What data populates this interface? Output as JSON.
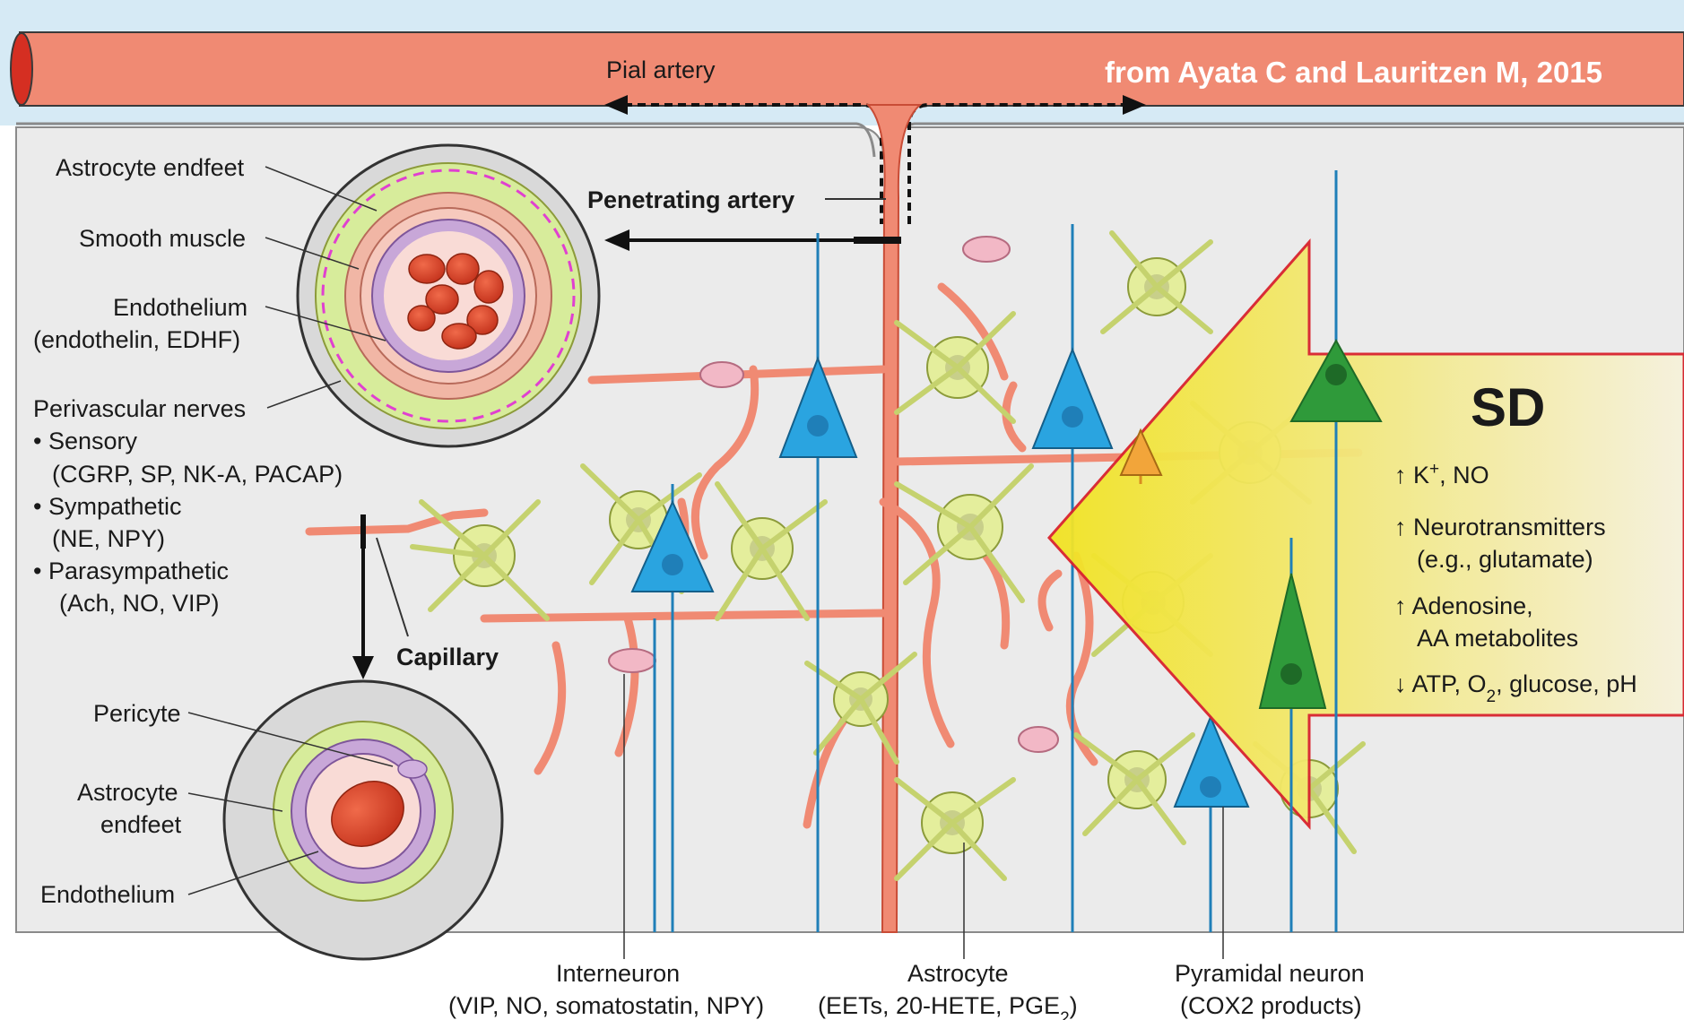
{
  "credit": "from Ayata C and Lauritzen M, 2015",
  "vessels": {
    "pial_artery": "Pial artery",
    "penetrating_artery": "Penetrating artery",
    "capillary": "Capillary"
  },
  "artery_inset": {
    "astrocyte_endfeet": "Astrocyte endfeet",
    "smooth_muscle": "Smooth muscle",
    "endothelium": "Endothelium",
    "endothelium_sub": "(endothelin, EDHF)",
    "perivascular_nerves": "Perivascular nerves",
    "sensory": "• Sensory",
    "sensory_sub": "(CGRP, SP, NK-A, PACAP)",
    "sympathetic": "• Sympathetic",
    "sympathetic_sub": "(NE, NPY)",
    "parasympathetic": "• Parasympathetic",
    "parasympathetic_sub": "(Ach, NO, VIP)"
  },
  "capillary_inset": {
    "pericyte": "Pericyte",
    "astrocyte_1": "Astrocyte",
    "astrocyte_2": "endfeet",
    "endothelium": "Endothelium"
  },
  "cells": {
    "interneuron": "Interneuron",
    "interneuron_sub": "(VIP, NO, somatostatin, NPY)",
    "astrocyte": "Astrocyte",
    "astrocyte_sub_pre": "(EETs, 20-HETE, PGE",
    "astrocyte_sub_subscript": "2",
    "astrocyte_sub_post": ")",
    "pyramidal": "Pyramidal neuron",
    "pyramidal_sub": "(COX2 products)"
  },
  "sd_box": {
    "title": "SD",
    "k_arrow": "↑",
    "k_pre": " K",
    "k_sup": "+",
    "k_post": ", NO",
    "nt_1": "↑ Neurotransmitters",
    "nt_2": "(e.g., glutamate)",
    "ad_1": "↑ Adenosine,",
    "ad_2": "AA metabolites",
    "atp_pre": "↓ ATP, O",
    "atp_sub": "2",
    "atp_post": ", glucose, pH"
  },
  "colors": {
    "artery": "#f08a73",
    "artery_dark": "#c94c36",
    "astrocyte": "#e4ee9c",
    "interneuron": "#2aa4e0",
    "pyramidal_active": "#2f9a3a",
    "sd_yellow": "#f2e321",
    "sd_outline": "#d9232d",
    "tissue": "#ebebeb",
    "csf": "#d6eaf5"
  }
}
